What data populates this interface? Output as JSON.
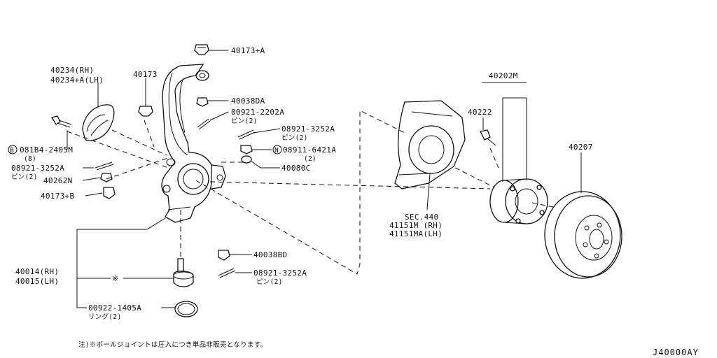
{
  "labels": {
    "p40173a": "40173+A",
    "p40173": "40173",
    "p40234_rh": "40234(RH)",
    "p40234_lh": "40234+A(LH)",
    "p40038da": "40038DA",
    "p00921": "00921-2202A",
    "p00921_qty": "ピン(2)",
    "p08921_top": "08921-3252A",
    "p08921_top_qty": "ピン(2)",
    "p08911": "08911-6421A",
    "p08911_qty": "(2)",
    "p40080c": "40080C",
    "p081b4": "081B4-2405M",
    "p081b4_qty": "(8)",
    "p08921_left": "08921-3252A",
    "p08921_left_qty": "ピン(2)",
    "p40262n": "40262N",
    "p40173b": "40173+B",
    "p40014": "40014(RH)",
    "p40015": "40015(LH)",
    "p40038bd": "40038BD",
    "p08921_bottom": "08921-3252A",
    "p08921_bottom_qty": "ピン(2)",
    "p00922": "00922-1405A",
    "p00922_qty": "リング(2)",
    "sec440": "SEC.440",
    "p41151m": "41151M (RH)",
    "p41151ma": "41151MA(LH)",
    "p40202m": "40202M",
    "p40222": "40222",
    "p40207": "40207",
    "star": "※",
    "footnote": "注)※ボールジョイントは圧入につき単品非販売となります。",
    "diagram_code": "J40000AY",
    "circle_b": "B",
    "circle_n": "N"
  }
}
